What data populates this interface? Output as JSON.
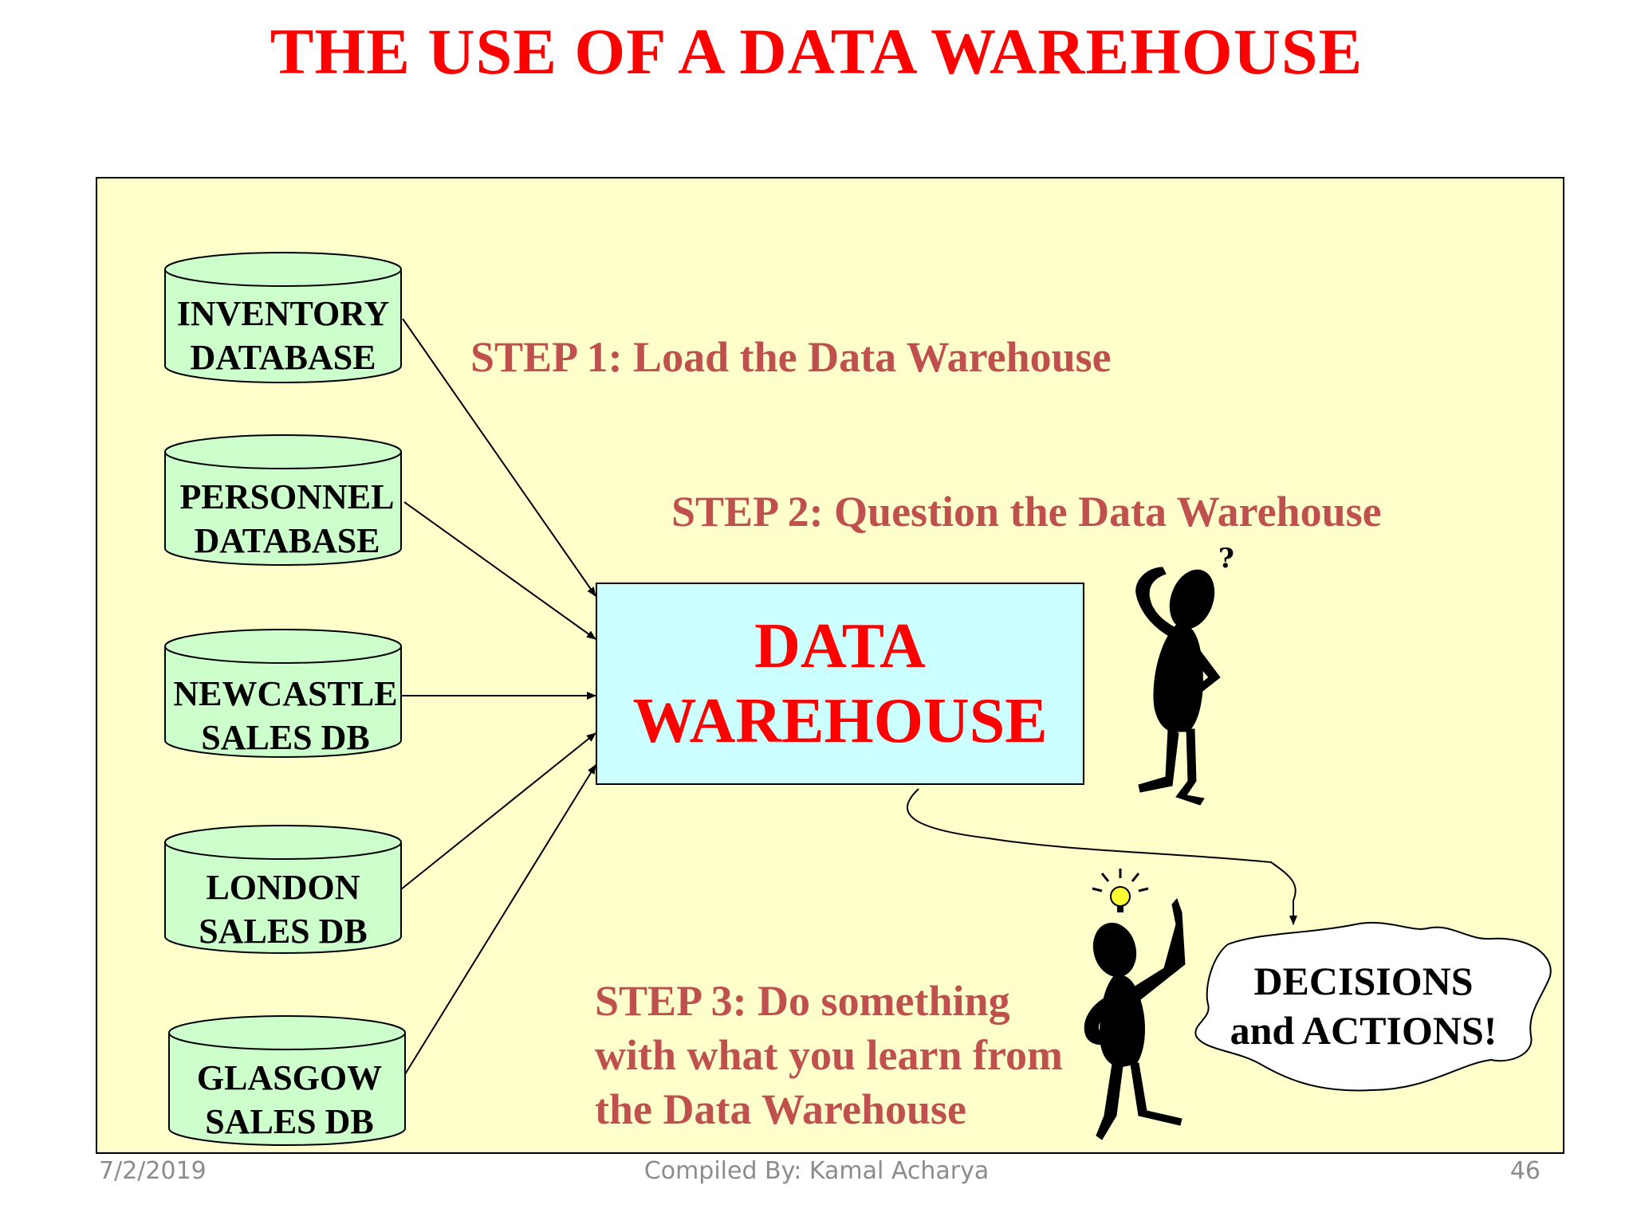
{
  "title": "THE USE OF A DATA WAREHOUSE",
  "databases": [
    {
      "line1": "INVENTORY",
      "line2": "DATABASE"
    },
    {
      "line1": "PERSONNEL",
      "line2": "DATABASE"
    },
    {
      "line1": "NEWCASTLE",
      "line2": "SALES DB"
    },
    {
      "line1": "LONDON",
      "line2": "SALES DB"
    },
    {
      "line1": "GLASGOW",
      "line2": "SALES DB"
    }
  ],
  "steps": {
    "step1": "STEP 1: Load the Data Warehouse",
    "step2": "STEP 2: Question the Data Warehouse",
    "step3_line1": "STEP 3: Do something",
    "step3_line2": "with what you learn from",
    "step3_line3": "the Data Warehouse"
  },
  "warehouse": {
    "line1": "DATA",
    "line2": "WAREHOUSE"
  },
  "cloud": {
    "line1": "DECISIONS",
    "line2": "and ACTIONS!"
  },
  "footer": {
    "date": "7/2/2019",
    "author": "Compiled By: Kamal Acharya",
    "page": "46"
  },
  "colors": {
    "title": "#ff0000",
    "steps": "#c0504d",
    "frame_bg": "#ffffcc",
    "cylinder_fill": "#ccffcc",
    "warehouse_fill": "#ccffff",
    "warehouse_text": "#ff0000",
    "footer_text": "#8c8c8c"
  },
  "icons": [
    "puzzled-person-icon",
    "idea-person-icon",
    "lightbulb-icon"
  ]
}
